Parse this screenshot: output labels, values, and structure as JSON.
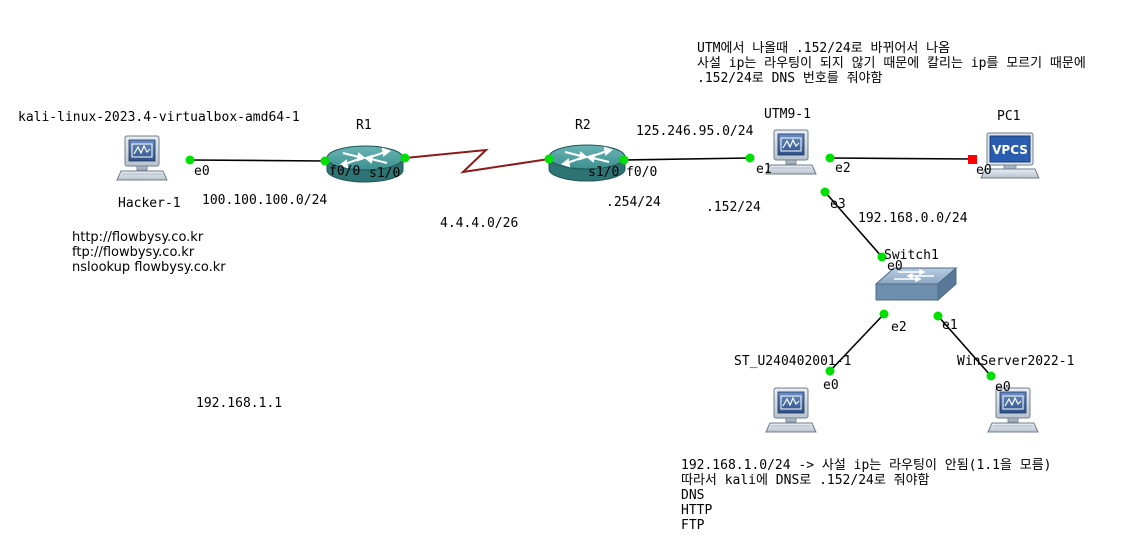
{
  "nodes": {
    "hacker": {
      "name": "Hacker-1",
      "label_above": "kali-linux-2023.4-virtualbox-amd64-1",
      "port": "e0"
    },
    "r1": {
      "name": "R1",
      "port_left": "f0/0",
      "port_right": "s1/0"
    },
    "r2": {
      "name": "R2",
      "port_left": "s1/0",
      "port_right": "f0/0"
    },
    "utm": {
      "name": "UTM9-1",
      "port_e1": "e1",
      "port_e2": "e2",
      "port_e3": "e3"
    },
    "pc1": {
      "name": "PC1",
      "port": "e0",
      "badge": "VPCS"
    },
    "switch": {
      "name": "Switch1",
      "port_e0": "e0",
      "port_e1": "e1",
      "port_e2": "e2"
    },
    "st": {
      "name": "ST_U240402001-1",
      "port": "e0"
    },
    "win": {
      "name": "WinServer2022-1",
      "port": "e0"
    }
  },
  "network_labels": {
    "hacker_net": "100.100.100.0/24",
    "serial_net": "4.4.4.0/26",
    "public_net": "125.246.95.0/24",
    "r2_ip": ".254/24",
    "utm_ip": ".152/24",
    "lan_net": "192.168.0.0/24",
    "gateway": "192.168.1.1"
  },
  "notes": {
    "hacker_urls": [
      "http://flowbysy.co.kr",
      "ftp://flowbysy.co.kr",
      "nslookup flowbysy.co.kr"
    ],
    "utm_note": [
      "UTM에서 나올때 .152/24로 바뀌어서 나옴",
      "사설 ip는 라우팅이 되지 않기 때문에 칼리는 ip를 모르기 때문에",
      ".152/24로 DNS 번호를 줘야함"
    ],
    "bottom_note": [
      "192.168.1.0/24 -> 사설 ip는 라우팅이 안됨(1.1을 모름)",
      "따라서 kali에 DNS로 .152/24로 줘야함",
      "DNS",
      "HTTP",
      "FTP"
    ]
  },
  "colors": {
    "link": "#000000",
    "serial_link": "#8b1a1a",
    "port_up": "#00e000",
    "port_down": "#ff0000",
    "router": "#3d8f8f",
    "switch": "#7d99b5",
    "vpcs": "#2a5db0"
  }
}
